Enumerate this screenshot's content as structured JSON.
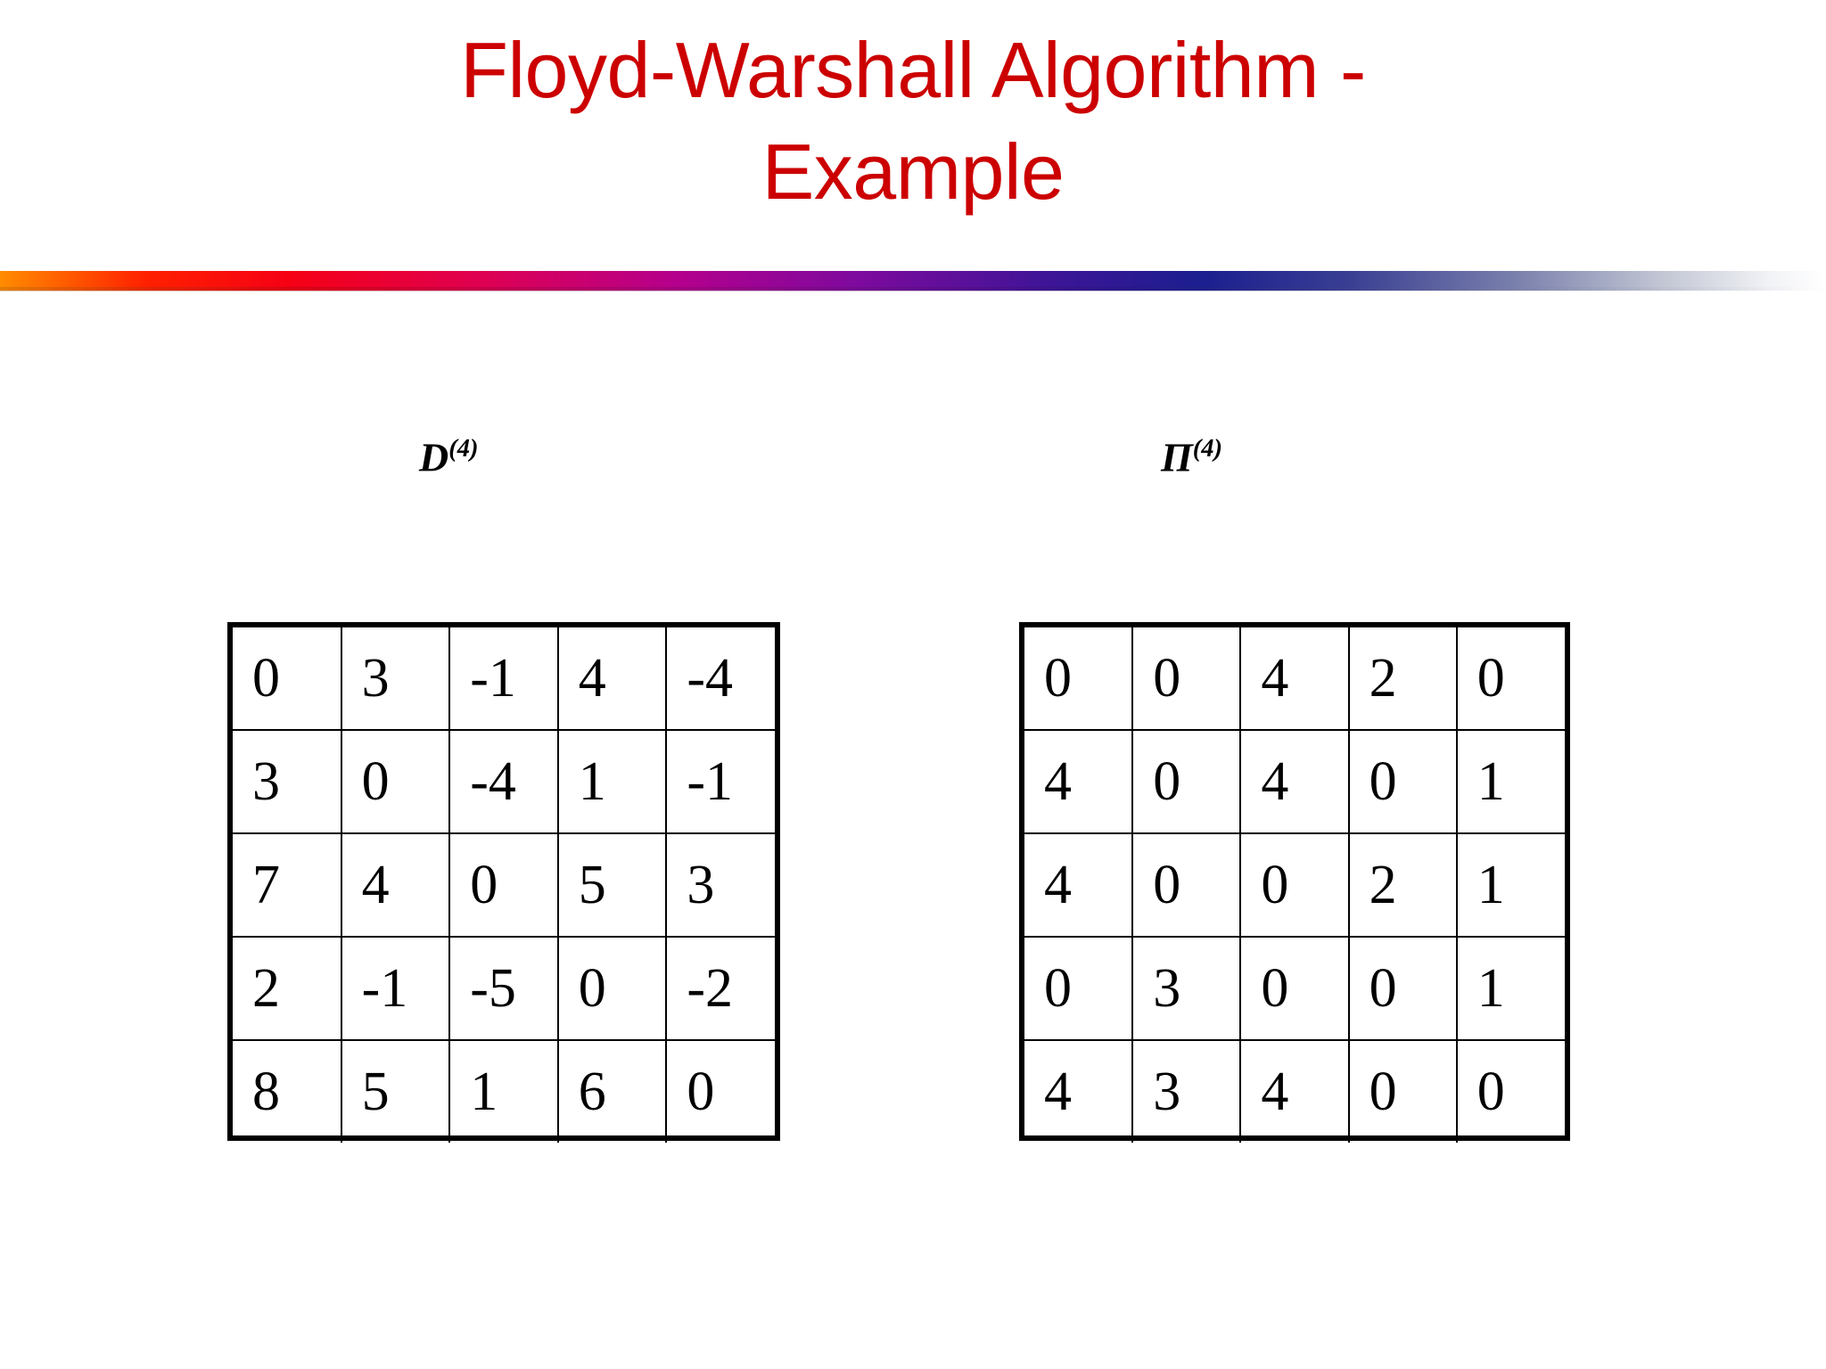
{
  "slide": {
    "title": "Floyd-Warshall Algorithm - Example",
    "title_line1": "Floyd-Warshall Algorithm -",
    "title_line2": "Example",
    "title_color": "#cc0000",
    "background_color": "#ffffff",
    "separator": {
      "name": "gradient-rule",
      "stops": [
        "#ff8c00",
        "#ff0000",
        "#e00050",
        "#b4008c",
        "#7d0a9e",
        "#3b1596",
        "#1b1f8f",
        "#7a80ac",
        "#c2c6d4",
        "#ffffff"
      ]
    }
  },
  "matrices": [
    {
      "id": "D",
      "label_base": "D",
      "label_superscript": "(4)",
      "rows": 5,
      "cols": 5,
      "values": [
        [
          "0",
          "3",
          "-1",
          "4",
          "-4"
        ],
        [
          "3",
          "0",
          "-4",
          "1",
          "-1"
        ],
        [
          "7",
          "4",
          "0",
          "5",
          "3"
        ],
        [
          "2",
          "-1",
          "-5",
          "0",
          "-2"
        ],
        [
          "8",
          "5",
          "1",
          "6",
          "0"
        ]
      ]
    },
    {
      "id": "PI",
      "label_base": "Π",
      "label_superscript": "(4)",
      "rows": 5,
      "cols": 5,
      "values": [
        [
          "0",
          "0",
          "4",
          "2",
          "0"
        ],
        [
          "4",
          "0",
          "4",
          "0",
          "1"
        ],
        [
          "4",
          "0",
          "0",
          "2",
          "1"
        ],
        [
          "0",
          "3",
          "0",
          "0",
          "1"
        ],
        [
          "4",
          "3",
          "4",
          "0",
          "0"
        ]
      ]
    }
  ]
}
